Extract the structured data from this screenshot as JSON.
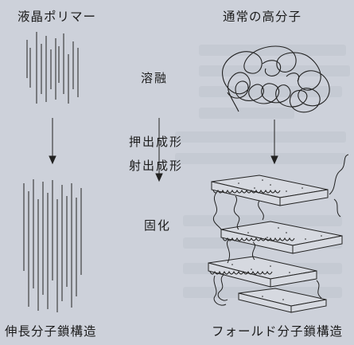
{
  "diagram": {
    "top_left_label": "液晶ポリマー",
    "top_right_label": "通常の高分子",
    "steps": {
      "melt": "溶融",
      "extrude": "押出成形",
      "inject": "射出成形",
      "solidify": "固化"
    },
    "bottom_left_label": "伸長分子鎖構造",
    "bottom_right_label": "フォールド分子鎖構造"
  }
}
